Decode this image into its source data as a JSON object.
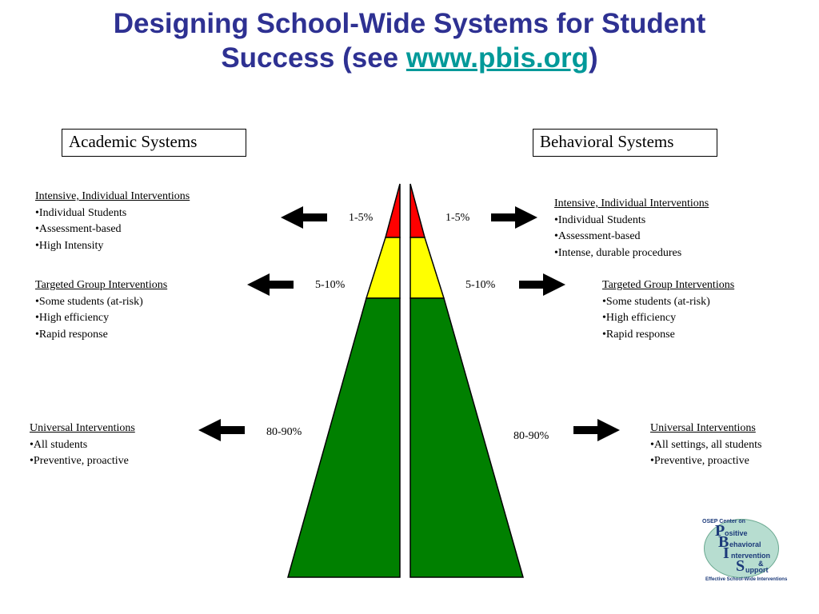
{
  "title": {
    "line1": "Designing School-Wide Systems for Student",
    "line2_prefix": "Success (see ",
    "link": "www.pbis.org",
    "line2_suffix": ")"
  },
  "left": {
    "system_label": "Academic Systems",
    "tiers": [
      {
        "heading": "Intensive, Individual Interventions",
        "bullets": [
          "•Individual Students",
          "•Assessment-based",
          "•High Intensity"
        ],
        "percent": "1-5%"
      },
      {
        "heading": "Targeted Group Interventions",
        "bullets": [
          "•Some students (at-risk)",
          "•High efficiency",
          "•Rapid response"
        ],
        "percent": "5-10%"
      },
      {
        "heading": "Universal Interventions",
        "bullets": [
          "•All students",
          "•Preventive,  proactive"
        ],
        "percent": "80-90%"
      }
    ]
  },
  "right": {
    "system_label": "Behavioral Systems",
    "tiers": [
      {
        "heading": "Intensive, Individual Interventions",
        "bullets": [
          "•Individual Students",
          "•Assessment-based",
          "•Intense, durable procedures"
        ],
        "percent": "1-5%"
      },
      {
        "heading": "Targeted Group Interventions",
        "bullets": [
          "•Some students (at-risk)",
          "•High efficiency",
          "•Rapid response"
        ],
        "percent": "5-10%"
      },
      {
        "heading": "Universal Interventions",
        "bullets": [
          "•All settings, all students",
          "•Preventive,  proactive"
        ],
        "percent": "80-90%"
      }
    ]
  },
  "colors": {
    "title": "#2e3192",
    "link": "#009999",
    "tier_intensive": "#ff0000",
    "tier_targeted": "#ffff00",
    "tier_universal": "#008000"
  },
  "logo": {
    "top_text": "OSEP Center on",
    "letters": [
      "P",
      "B",
      "I",
      "S"
    ],
    "words": [
      "ositive",
      "ehavioral",
      "ntervention",
      "&",
      "upport"
    ],
    "footer": "Effective School-Wide Interventions"
  }
}
